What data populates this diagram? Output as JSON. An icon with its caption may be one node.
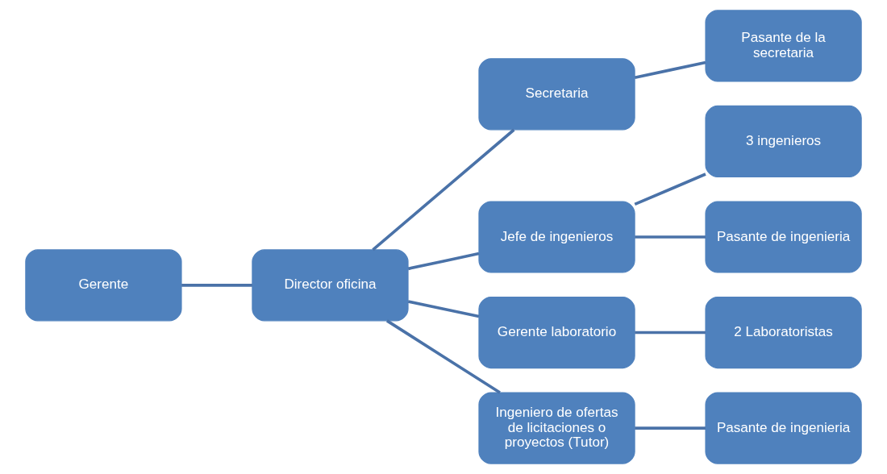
{
  "diagram": {
    "nodes": [
      {
        "text": [
          "Gerente"
        ]
      },
      {
        "text": [
          "Director oficina"
        ]
      },
      {
        "text": [
          "Secretaria"
        ]
      },
      {
        "text": [
          "Pasante de la secretaria"
        ]
      },
      {
        "text": [
          "Jefe de ingenieros"
        ]
      },
      {
        "text": [
          "3 ingenieros"
        ]
      },
      {
        "text": [
          "Pasante de ingenieria"
        ]
      },
      {
        "text": [
          "Gerente laboratorio"
        ]
      },
      {
        "text": [
          "2 Laboratoristas"
        ]
      },
      {
        "text": [
          "Ingeniero de ofertas de licitaciones o proyectos (Tutor)"
        ]
      },
      {
        "text": [
          "Pasante de ingenieria"
        ]
      }
    ],
    "edges": [
      {
        "from": 0,
        "to": 1,
        "arrow": "none"
      },
      {
        "from": 1,
        "to": 2,
        "arrow": "none"
      },
      {
        "from": 1,
        "to": 4,
        "arrow": "none"
      },
      {
        "from": 1,
        "to": 7,
        "arrow": "none"
      },
      {
        "from": 1,
        "to": 9,
        "arrow": "none"
      },
      {
        "from": 2,
        "to": 3,
        "arrow": "none"
      },
      {
        "from": 4,
        "to": 5,
        "arrow": "none"
      },
      {
        "from": 4,
        "to": 6,
        "arrow": "none"
      },
      {
        "from": 7,
        "to": 8,
        "arrow": "none"
      },
      {
        "from": 9,
        "to": 10,
        "arrow": "none"
      }
    ]
  }
}
